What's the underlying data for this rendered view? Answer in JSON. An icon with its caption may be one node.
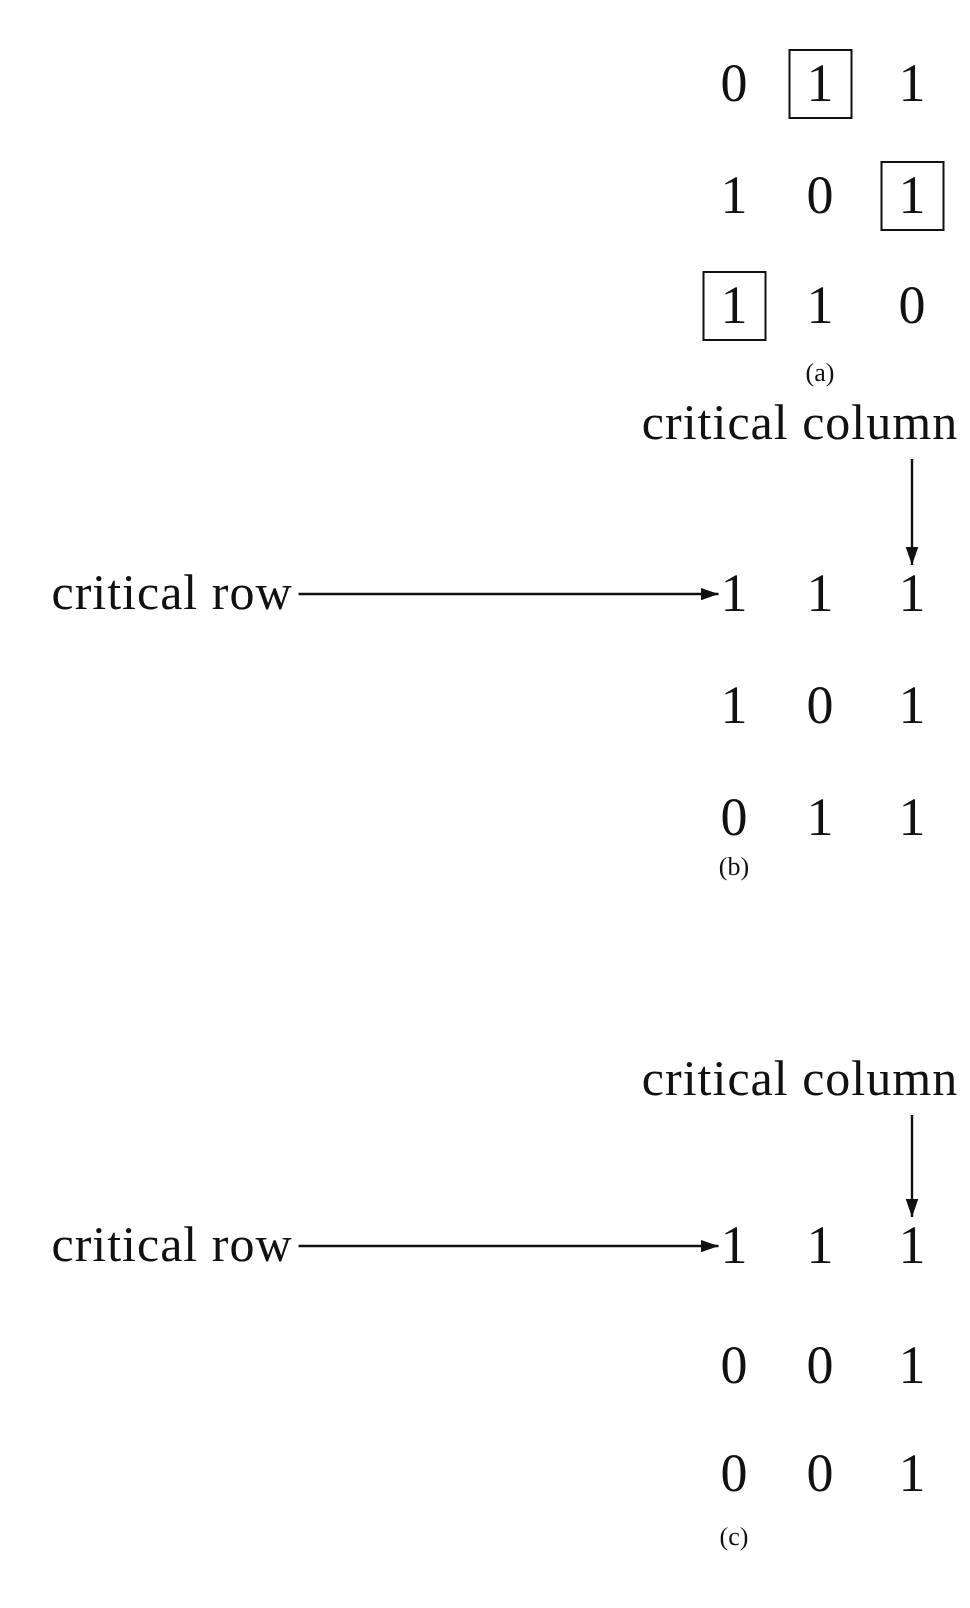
{
  "diagram": {
    "nodes": [
      {
        "text": [
          "1"
        ]
      },
      {
        "text": [
          "1"
        ]
      },
      {
        "text": [
          "1"
        ]
      },
      {
        "text": [
          "critical column"
        ]
      },
      {
        "text": [
          "critical row"
        ]
      },
      {
        "text": [
          "1"
        ]
      },
      {
        "text": [
          "1"
        ]
      },
      {
        "text": [
          "critical column"
        ]
      },
      {
        "text": [
          "critical row"
        ]
      },
      {
        "text": [
          "1"
        ]
      },
      {
        "text": [
          "1"
        ]
      }
    ],
    "edges": [
      {
        "from": 3,
        "to": 6,
        "arrow": "to"
      },
      {
        "from": 4,
        "to": 5,
        "arrow": "to"
      },
      {
        "from": 7,
        "to": 10,
        "arrow": "to"
      },
      {
        "from": 8,
        "to": 9,
        "arrow": "to"
      }
    ],
    "labels": [
      "0",
      "1",
      "1",
      "0",
      "1",
      "0",
      "(a)",
      "1",
      "1",
      "0",
      "1",
      "0",
      "1",
      "1",
      "(b)",
      "1",
      "0",
      "0",
      "1",
      "0",
      "0",
      "1",
      "(c)"
    ]
  }
}
